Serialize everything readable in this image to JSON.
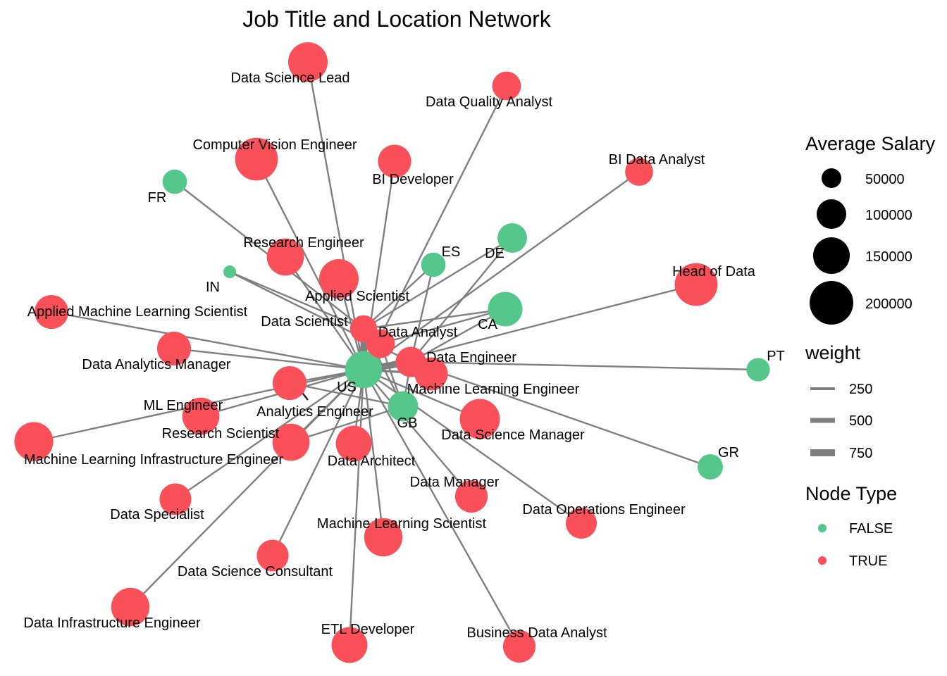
{
  "title": "Job Title and Location Network",
  "colors": {
    "location": "#55c78a",
    "job": "#f9505a",
    "edge": "#7f7f7f"
  },
  "legend": {
    "size_title": "Average Salary",
    "size_values": [
      "50000",
      "100000",
      "150000",
      "200000"
    ],
    "weight_title": "weight",
    "weight_values": [
      "250",
      "500",
      "750"
    ],
    "type_title": "Node Type",
    "type_values": [
      "FALSE",
      "TRUE"
    ]
  },
  "nodes": [
    {
      "id": "US",
      "label": "US",
      "type": "FALSE",
      "salary": 150000
    },
    {
      "id": "FR",
      "label": "FR",
      "type": "FALSE",
      "salary": 65000
    },
    {
      "id": "IN",
      "label": "IN",
      "type": "FALSE",
      "salary": 30000
    },
    {
      "id": "ES",
      "label": "ES",
      "type": "FALSE",
      "salary": 65000
    },
    {
      "id": "DE",
      "label": "DE",
      "type": "FALSE",
      "salary": 95000
    },
    {
      "id": "CA",
      "label": "CA",
      "type": "FALSE",
      "salary": 130000
    },
    {
      "id": "GB",
      "label": "GB",
      "type": "FALSE",
      "salary": 100000
    },
    {
      "id": "PT",
      "label": "PT",
      "type": "FALSE",
      "salary": 60000
    },
    {
      "id": "GR",
      "label": "GR",
      "type": "FALSE",
      "salary": 70000
    },
    {
      "id": "data-science-lead",
      "label": "Data Science Lead",
      "type": "TRUE",
      "salary": 170000
    },
    {
      "id": "data-quality-analyst",
      "label": "Data Quality Analyst",
      "type": "TRUE",
      "salary": 90000
    },
    {
      "id": "computer-vision-engineer",
      "label": "Computer Vision Engineer",
      "type": "TRUE",
      "salary": 200000
    },
    {
      "id": "bi-developer",
      "label": "BI Developer",
      "type": "TRUE",
      "salary": 120000
    },
    {
      "id": "bi-data-analyst",
      "label": "BI Data Analyst",
      "type": "TRUE",
      "salary": 85000
    },
    {
      "id": "research-engineer",
      "label": "Research Engineer",
      "type": "TRUE",
      "salary": 150000
    },
    {
      "id": "applied-scientist",
      "label": "Applied Scientist",
      "type": "TRUE",
      "salary": 170000
    },
    {
      "id": "head-of-data",
      "label": "Head of Data",
      "type": "TRUE",
      "salary": 200000
    },
    {
      "id": "applied-ml-scientist",
      "label": "Applied Machine Learning Scientist",
      "type": "TRUE",
      "salary": 125000
    },
    {
      "id": "data-scientist",
      "label": "Data Scientist",
      "type": "TRUE",
      "salary": 80000
    },
    {
      "id": "data-analyst",
      "label": "Data Analyst",
      "type": "TRUE",
      "salary": 90000
    },
    {
      "id": "data-analytics-manager",
      "label": "Data Analytics Manager",
      "type": "TRUE",
      "salary": 125000
    },
    {
      "id": "data-engineer",
      "label": "Data Engineer",
      "type": "TRUE",
      "salary": 100000
    },
    {
      "id": "machine-learning-engineer",
      "label": "Machine Learning Engineer",
      "type": "TRUE",
      "salary": 120000
    },
    {
      "id": "analytics-engineer",
      "label": "Analytics Engineer",
      "type": "TRUE",
      "salary": 125000
    },
    {
      "id": "ml-engineer",
      "label": "ML Engineer",
      "type": "TRUE",
      "salary": 150000
    },
    {
      "id": "research-scientist",
      "label": "Research Scientist",
      "type": "TRUE",
      "salary": 150000
    },
    {
      "id": "data-science-manager",
      "label": "Data Science Manager",
      "type": "TRUE",
      "salary": 175000
    },
    {
      "id": "ml-infrastructure-engineer",
      "label": "Machine Learning Infrastructure Engineer",
      "type": "TRUE",
      "salary": 165000
    },
    {
      "id": "data-architect",
      "label": "Data Architect",
      "type": "TRUE",
      "salary": 140000
    },
    {
      "id": "data-manager",
      "label": "Data Manager",
      "type": "TRUE",
      "salary": 115000
    },
    {
      "id": "data-specialist",
      "label": "Data Specialist",
      "type": "TRUE",
      "salary": 110000
    },
    {
      "id": "data-operations-engineer",
      "label": "Data Operations Engineer",
      "type": "TRUE",
      "salary": 105000
    },
    {
      "id": "machine-learning-scientist",
      "label": "Machine Learning Scientist",
      "type": "TRUE",
      "salary": 160000
    },
    {
      "id": "data-science-consultant",
      "label": "Data Science Consultant",
      "type": "TRUE",
      "salary": 110000
    },
    {
      "id": "data-infrastructure-engineer",
      "label": "Data Infrastructure Engineer",
      "type": "TRUE",
      "salary": 160000
    },
    {
      "id": "etl-developer",
      "label": "ETL Developer",
      "type": "TRUE",
      "salary": 140000
    },
    {
      "id": "business-data-analyst",
      "label": "Business Data Analyst",
      "type": "TRUE",
      "salary": 115000
    }
  ],
  "edges": [
    {
      "source": "US",
      "target": "data-science-lead",
      "weight": 60
    },
    {
      "source": "US",
      "target": "data-quality-analyst",
      "weight": 60
    },
    {
      "source": "US",
      "target": "computer-vision-engineer",
      "weight": 60
    },
    {
      "source": "US",
      "target": "bi-developer",
      "weight": 60
    },
    {
      "source": "US",
      "target": "bi-data-analyst",
      "weight": 60
    },
    {
      "source": "US",
      "target": "research-engineer",
      "weight": 60
    },
    {
      "source": "US",
      "target": "applied-scientist",
      "weight": 120
    },
    {
      "source": "US",
      "target": "head-of-data",
      "weight": 60
    },
    {
      "source": "US",
      "target": "applied-ml-scientist",
      "weight": 60
    },
    {
      "source": "US",
      "target": "data-scientist",
      "weight": 800
    },
    {
      "source": "US",
      "target": "data-analyst",
      "weight": 700
    },
    {
      "source": "US",
      "target": "data-analytics-manager",
      "weight": 60
    },
    {
      "source": "US",
      "target": "data-engineer",
      "weight": 850
    },
    {
      "source": "US",
      "target": "machine-learning-engineer",
      "weight": 300
    },
    {
      "source": "US",
      "target": "analytics-engineer",
      "weight": 120
    },
    {
      "source": "US",
      "target": "ml-engineer",
      "weight": 60
    },
    {
      "source": "US",
      "target": "research-scientist",
      "weight": 120
    },
    {
      "source": "US",
      "target": "data-science-manager",
      "weight": 60
    },
    {
      "source": "US",
      "target": "ml-infrastructure-engineer",
      "weight": 60
    },
    {
      "source": "US",
      "target": "data-architect",
      "weight": 120
    },
    {
      "source": "US",
      "target": "data-manager",
      "weight": 60
    },
    {
      "source": "US",
      "target": "data-specialist",
      "weight": 60
    },
    {
      "source": "US",
      "target": "data-operations-engineer",
      "weight": 60
    },
    {
      "source": "US",
      "target": "machine-learning-scientist",
      "weight": 60
    },
    {
      "source": "US",
      "target": "data-science-consultant",
      "weight": 60
    },
    {
      "source": "US",
      "target": "data-infrastructure-engineer",
      "weight": 60
    },
    {
      "source": "US",
      "target": "etl-developer",
      "weight": 60
    },
    {
      "source": "US",
      "target": "business-data-analyst",
      "weight": 60
    },
    {
      "source": "FR",
      "target": "data-scientist",
      "weight": 60
    },
    {
      "source": "IN",
      "target": "data-scientist",
      "weight": 60
    },
    {
      "source": "IN",
      "target": "data-engineer",
      "weight": 60
    },
    {
      "source": "ES",
      "target": "data-scientist",
      "weight": 60
    },
    {
      "source": "ES",
      "target": "data-engineer",
      "weight": 60
    },
    {
      "source": "DE",
      "target": "data-scientist",
      "weight": 60
    },
    {
      "source": "DE",
      "target": "data-engineer",
      "weight": 60
    },
    {
      "source": "CA",
      "target": "data-scientist",
      "weight": 60
    },
    {
      "source": "CA",
      "target": "data-analyst",
      "weight": 60
    },
    {
      "source": "CA",
      "target": "data-engineer",
      "weight": 60
    },
    {
      "source": "GB",
      "target": "data-scientist",
      "weight": 60
    },
    {
      "source": "GB",
      "target": "data-analyst",
      "weight": 60
    },
    {
      "source": "GB",
      "target": "data-engineer",
      "weight": 60
    },
    {
      "source": "GB",
      "target": "analytics-engineer",
      "weight": 60
    },
    {
      "source": "GB",
      "target": "research-scientist",
      "weight": 60
    },
    {
      "source": "PT",
      "target": "data-engineer",
      "weight": 60
    },
    {
      "source": "GR",
      "target": "data-engineer",
      "weight": 60
    }
  ]
}
